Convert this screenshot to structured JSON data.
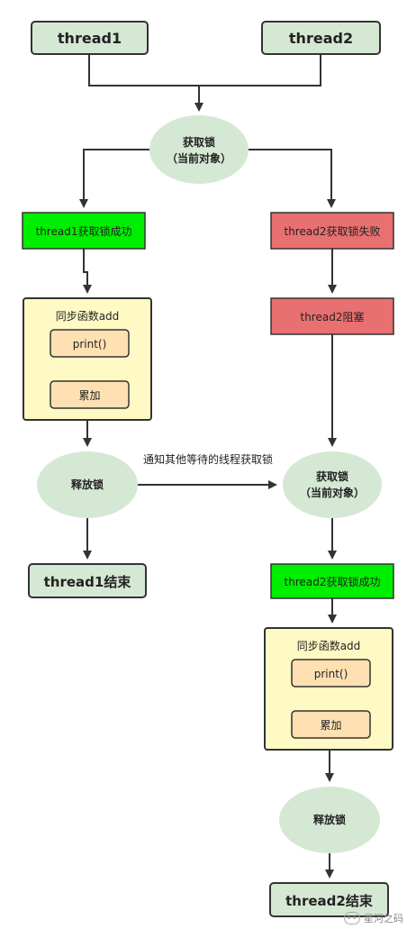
{
  "nodes": {
    "thread1": "thread1",
    "thread2": "thread2",
    "acquire_lock_1_line1": "获取锁",
    "acquire_lock_1_line2": "（当前对象）",
    "t1_acquire_success": "thread1获取锁成功",
    "t2_acquire_fail": "thread2获取锁失败",
    "t2_blocked": "thread2阻塞",
    "sync_func_1": "同步函数add",
    "print_1": "print()",
    "accumulate_1": "累加",
    "release_1": "释放锁",
    "notify_label": "通知其他等待的线程获取锁",
    "acquire_lock_2_line1": "获取锁",
    "acquire_lock_2_line2": "（当前对象）",
    "t1_end": "thread1结束",
    "t2_acquire_success": "thread2获取锁成功",
    "sync_func_2": "同步函数add",
    "print_2": "print()",
    "accumulate_2": "累加",
    "release_2": "释放锁",
    "t2_end": "thread2结束"
  },
  "watermark": "星河之码",
  "colors": {
    "start_fill": "#d5e8d4",
    "ellipse_fill": "#d5e8d4",
    "success_fill": "#00ee00",
    "fail_fill": "#e87070",
    "group_fill": "#fff9c4",
    "inner_fill": "#ffe0b2",
    "stroke": "#333333"
  }
}
